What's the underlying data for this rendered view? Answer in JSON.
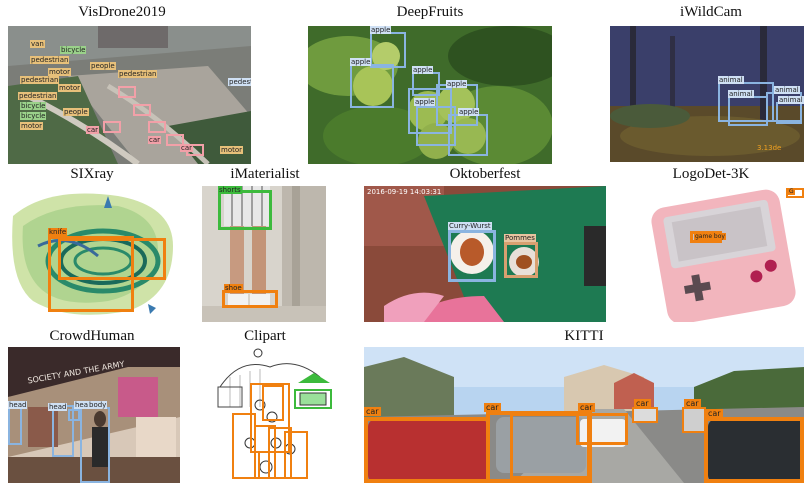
{
  "titles": {
    "visdrone": "VisDrone2019",
    "deepfruits": "DeepFruits",
    "iwildcam": "iWildCam",
    "sixray": "SIXray",
    "imaterialist": "iMaterialist",
    "oktoberfest": "Oktoberfest",
    "logodet": "LogoDet-3K",
    "crowdhuman": "CrowdHuman",
    "clipart": "Clipart",
    "kitti": "KITTI"
  },
  "labels": {
    "van": "van",
    "bicycle": "bicycle",
    "pedestrian": "pedestrian",
    "people": "people",
    "motor": "motor",
    "car": "car",
    "apple": "apple",
    "animal": "animal",
    "timestamp": "3.13de",
    "knife": "knife",
    "shorts": "shorts",
    "shoe": "shoe",
    "curry_wurst": "Curry-Wurst",
    "pommes": "Pommes",
    "okt_stamp": "2016-09-19 14:03:31",
    "logo_label": "game boy",
    "logo_top": "G",
    "head": "head",
    "body": "body",
    "sign_text": "SOCIETY AND THE ARMY"
  },
  "colors": {
    "visdrone_box": "#f2a0a8",
    "visdrone_label": "#f7c08a",
    "blue_box": "#8ab4e0",
    "orange_box": "#f08010",
    "green_box": "#3cba3c"
  }
}
